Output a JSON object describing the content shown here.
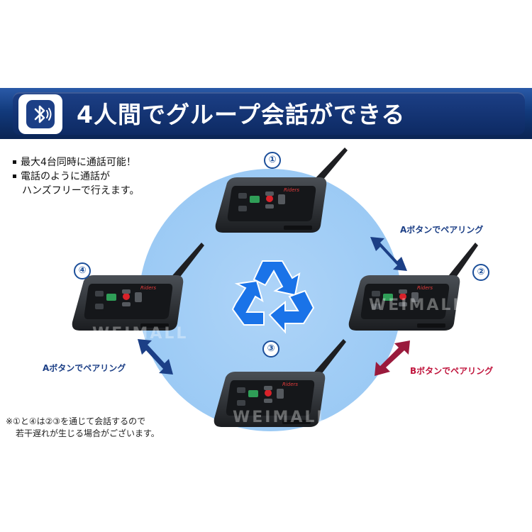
{
  "banner": {
    "title": "4人間でグループ会話ができる",
    "icon": "bluetooth-icon"
  },
  "features": [
    "最大4台同時に通話可能！",
    "電話のように通話が",
    "ハンズフリーで行えます。"
  ],
  "devices": [
    {
      "number": "①",
      "logo": "Riders"
    },
    {
      "number": "②",
      "logo": "Riders"
    },
    {
      "number": "③",
      "logo": "Riders"
    },
    {
      "number": "④",
      "logo": "Riders"
    }
  ],
  "pairing": {
    "a_right": "Aボタンでペアリング",
    "a_left": "Aボタンでペアリング",
    "b_right": "Bボタンでペアリング"
  },
  "note": [
    "※①と④は②③を通じて会話するので",
    "若干遅れが生じる場合がございます。"
  ],
  "watermark": "WEIMALL",
  "colors": {
    "banner": "#123a7c",
    "circle": "#9ccaf5",
    "arrow_a": "#1c3f86",
    "arrow_b": "#9a1a3c",
    "label_a": "#1c3f86",
    "label_b": "#c0143c",
    "recycle": "#1a73e8"
  }
}
